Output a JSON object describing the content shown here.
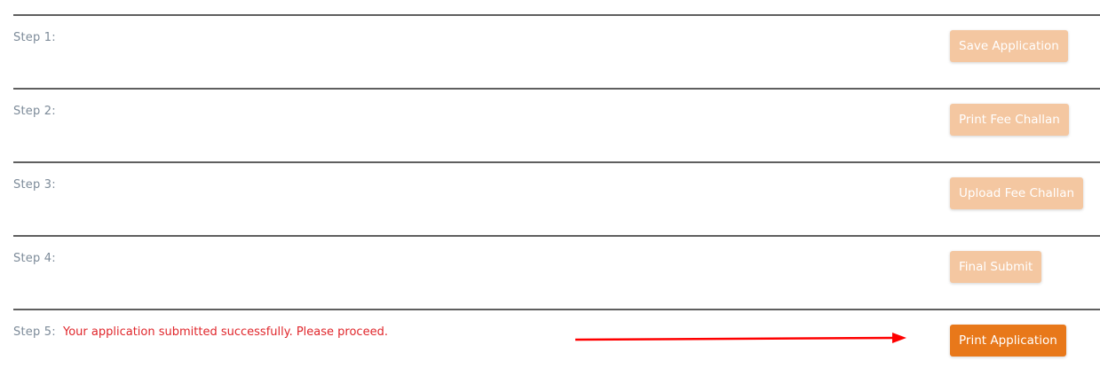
{
  "steps": [
    {
      "label": "Step 1:",
      "message": "",
      "button": "Save Application",
      "state": "disabled"
    },
    {
      "label": "Step 2:",
      "message": "",
      "button": "Print Fee Challan",
      "state": "disabled"
    },
    {
      "label": "Step 3:",
      "message": "",
      "button": "Upload Fee Challan",
      "state": "disabled"
    },
    {
      "label": "Step 4:",
      "message": "",
      "button": "Final Submit",
      "state": "disabled"
    },
    {
      "label": "Step 5:",
      "message": "Your application submitted successfully. Please proceed.",
      "button": "Print Application",
      "state": "active"
    }
  ],
  "colors": {
    "disabled_button": "#f4c7a1",
    "active_button": "#e8781a",
    "message_text": "#e0262b",
    "arrow": "#ff0000"
  },
  "annotation": {
    "icon": "red-arrow-icon"
  }
}
